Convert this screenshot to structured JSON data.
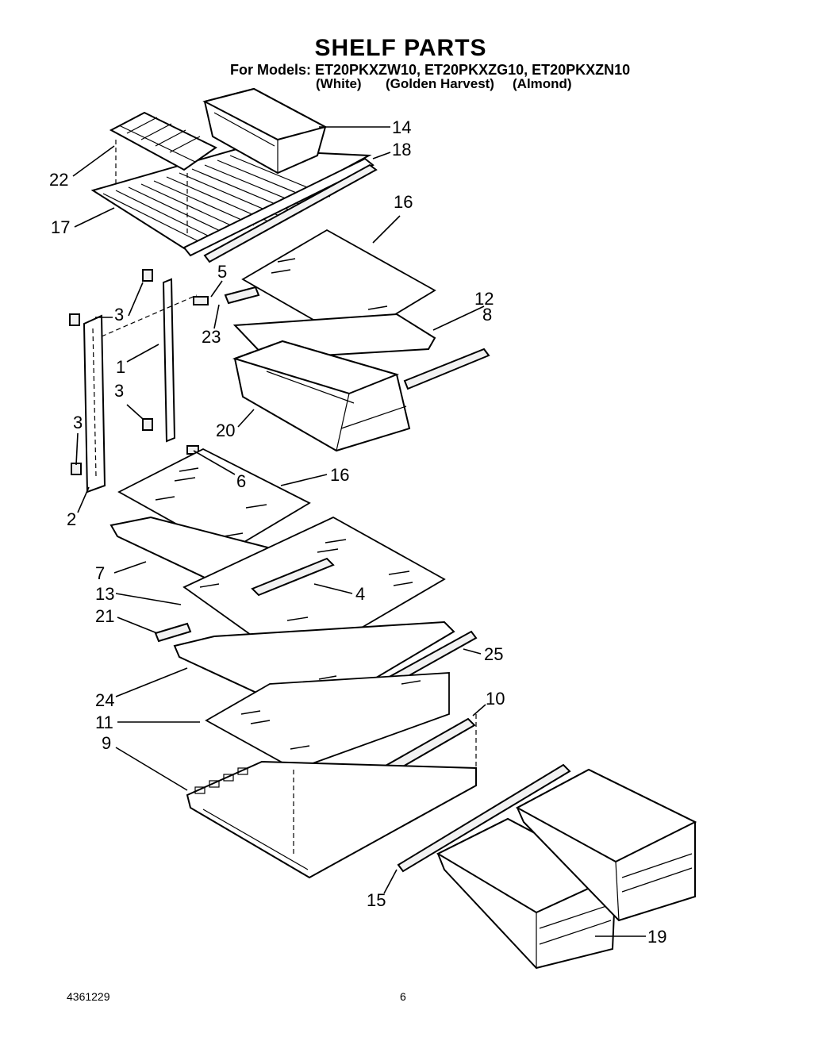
{
  "header": {
    "title": "SHELF PARTS",
    "models_line": "For Models: ET20PKXZW10, ET20PKXZG10, ET20PKXZN10",
    "colors": [
      "(White)",
      "(Golden Harvest)",
      "(Almond)"
    ]
  },
  "callouts": {
    "c1": "1",
    "c2": "2",
    "c3a": "3",
    "c3b": "3",
    "c3c": "3",
    "c4": "4",
    "c5": "5",
    "c6": "6",
    "c7": "7",
    "c8": "8",
    "c9": "9",
    "c10": "10",
    "c11": "11",
    "c12": "12",
    "c13": "13",
    "c14": "14",
    "c15": "15",
    "c16a": "16",
    "c16b": "16",
    "c17": "17",
    "c18": "18",
    "c19": "19",
    "c20": "20",
    "c21": "21",
    "c22": "22",
    "c23": "23",
    "c24": "24",
    "c25": "25"
  },
  "footer": {
    "doc_number": "4361229",
    "page_number": "6"
  }
}
